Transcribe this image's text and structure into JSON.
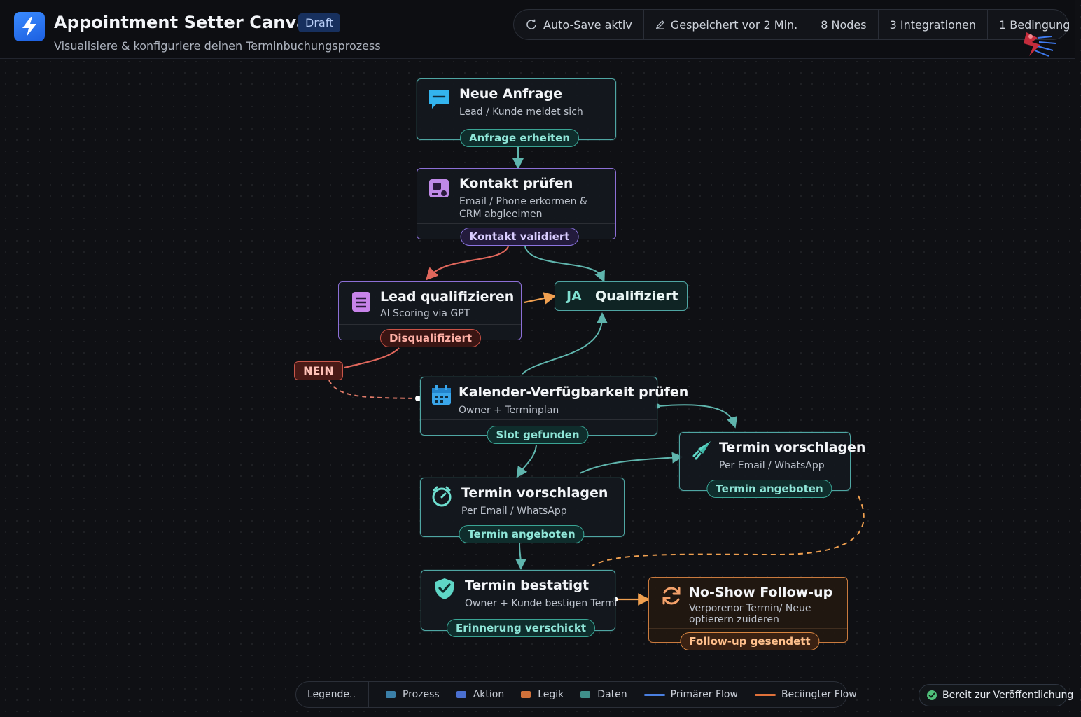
{
  "header": {
    "title": "Appointment Setter Canvas",
    "badge": "Draft",
    "subtitle": "Visualisiere & konfiguriere deinen Terminbuchungsprozess",
    "status": {
      "autosave": "Auto-Save aktiv",
      "saved": "Gespeichert vor 2 Min.",
      "nodes": "8 Nodes",
      "integrations": "3 Integrationen",
      "conditions": "1 Bedingung"
    }
  },
  "nodes": {
    "anfrage": {
      "title": "Neue Anfrage",
      "subtitle": "Lead / Kunde meldet sich",
      "output": "Anfrage erheiten",
      "icon": "chat-icon"
    },
    "kontakt": {
      "title": "Kontakt prüfen",
      "subtitle": "Email / Phone erkormen & CRM abgleeimen",
      "output": "Kontakt validiert",
      "icon": "contact-card-icon"
    },
    "lead": {
      "title": "Lead qualifizieren",
      "subtitle": "AI Scoring via GPT",
      "output": "Disqualifiziert",
      "icon": "list-icon"
    },
    "qualifiziert": {
      "key": "JA",
      "label": "Qualifiziert"
    },
    "nein": {
      "label": "NEIN"
    },
    "kalender": {
      "title": "Kalender-Verfügbarkeit prüfen",
      "subtitle": "Owner + Terminplan",
      "output": "Slot gefunden",
      "icon": "calendar-icon"
    },
    "vorschlag_right": {
      "title": "Termin vorschlagen",
      "subtitle": "Per Email / WhatsApp",
      "output": "Termin angeboten",
      "icon": "send-icon"
    },
    "vorschlag_left": {
      "title": "Termin vorschlagen",
      "subtitle": "Per Email / WhatsApp",
      "output": "Termin angeboten",
      "icon": "clock-icon"
    },
    "bestaetigt": {
      "title": "Termin bestatigt",
      "subtitle": "Owner + Kunde bestigen Termi",
      "output": "Erinnerung verschickt",
      "icon": "shield-check-icon"
    },
    "noshow": {
      "title": "No-Show Follow-up",
      "subtitle": "Verporenor Termin/ Neue optierern zuideren",
      "output": "Follow-up gesendett",
      "icon": "refresh-icon"
    }
  },
  "legend": {
    "title": "Legende..",
    "items": [
      {
        "label": "Prozess",
        "color": "#3a7fa8"
      },
      {
        "label": "Aktion",
        "color": "#4a6fd0"
      },
      {
        "label": "Legik",
        "color": "#d0713a"
      },
      {
        "label": "Daten",
        "color": "#3f8f8a"
      }
    ],
    "primary": {
      "label": "Primärer Flow",
      "color": "#4a7fe0"
    },
    "conditional": {
      "label": "Beciingter Flow",
      "color": "#e0713a"
    }
  },
  "ready": "Bereit zur Veröffentlichung",
  "colors": {
    "teal": "#4fa6a3",
    "purple": "#8c6fd6",
    "orange": "#c97a3e",
    "red": "#e0675c",
    "accent": "#2f7bf5"
  }
}
